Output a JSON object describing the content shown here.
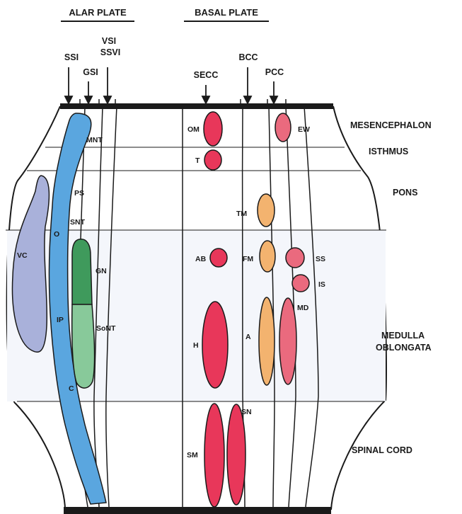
{
  "headers": {
    "alar": "ALAR PLATE",
    "basal": "BASAL PLATE"
  },
  "columns": {
    "ssi": "SSI",
    "gsi": "GSI",
    "vsi": "VSI",
    "ssvi": "SSVI",
    "secc": "SECC",
    "bcc": "BCC",
    "pcc": "PCC"
  },
  "regions": {
    "mesencephalon": "MESENCEPHALON",
    "isthmus": "ISTHMUS",
    "pons": "PONS",
    "medulla_1": "MEDULLA",
    "medulla_2": "OBLONGATA",
    "spinal_cord": "SPINAL CORD"
  },
  "nuclei": {
    "mnt": "MNT",
    "ps": "PS",
    "snt": "SNT",
    "o": "O",
    "vc": "VC",
    "gn": "GN",
    "ip": "IP",
    "sont": "SoNT",
    "c": "C",
    "om": "OM",
    "t": "T",
    "ew": "EW",
    "tm": "TM",
    "ab": "AB",
    "fm": "FM",
    "ss": "SS",
    "is": "IS",
    "md": "MD",
    "h": "H",
    "a": "A",
    "sn": "SN",
    "sm": "SM"
  },
  "colors": {
    "motor_red": "#e8375a",
    "parasympathetic_pink": "#ea6a7e",
    "branchial_orange": "#f3b36f",
    "sensory_blue": "#5aa6df",
    "vc_lavender": "#a9b1da",
    "gn_green": "#3f9a5c",
    "sont_green": "#88c99a",
    "outline": "#1a1a1a"
  }
}
